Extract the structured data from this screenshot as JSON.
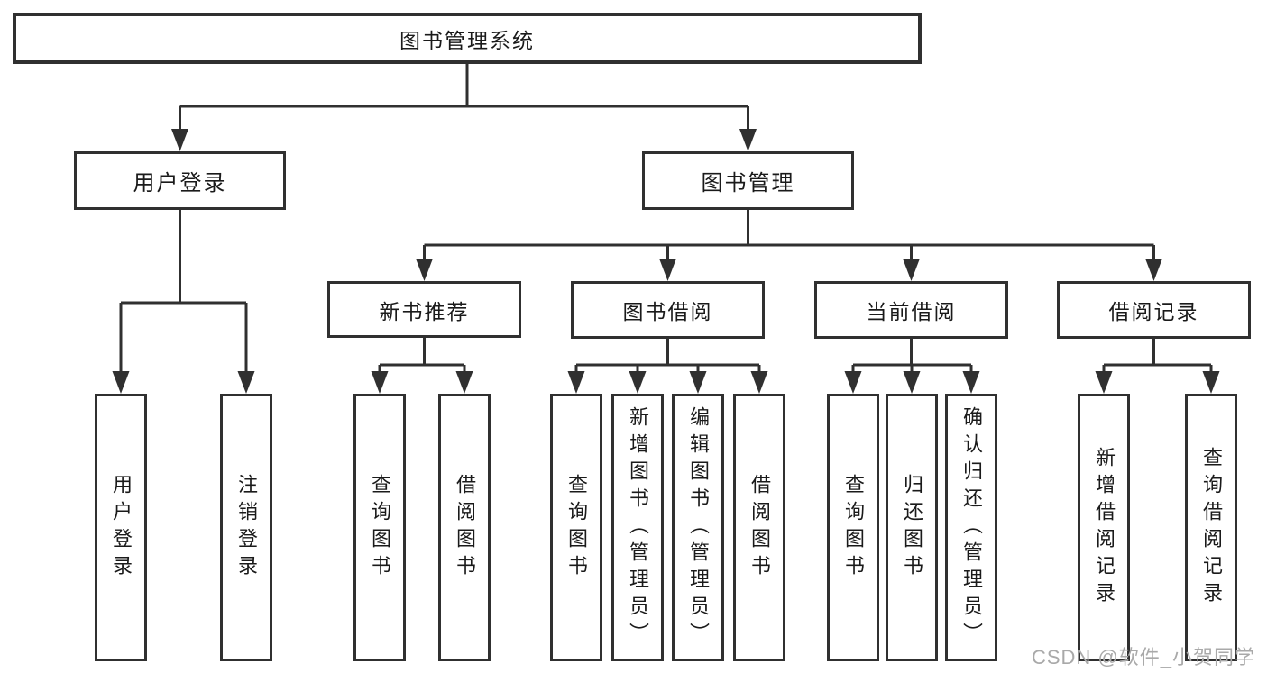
{
  "title": "图书管理系统",
  "nodes": {
    "root": {
      "label": "图书管理系统"
    },
    "user_login": {
      "label": "用户登录"
    },
    "book_management": {
      "label": "图书管理"
    },
    "new_book_recommend": {
      "label": "新书推荐"
    },
    "book_borrowing": {
      "label": "图书借阅"
    },
    "current_borrowing": {
      "label": "当前借阅"
    },
    "borrowing_records": {
      "label": "借阅记录"
    },
    "leaf_user_login": {
      "label": "用户登录"
    },
    "leaf_logout": {
      "label": "注销登录"
    },
    "leaf_query_books_recommend": {
      "label": "查询图书"
    },
    "leaf_borrow_books_recommend": {
      "label": "借阅图书"
    },
    "leaf_query_books_borrowing": {
      "label": "查询图书"
    },
    "leaf_add_books_admin": {
      "label": "新增图书（管理员）"
    },
    "leaf_edit_books_admin": {
      "label": "编辑图书（管理员）"
    },
    "leaf_borrow_books_borrowing": {
      "label": "借阅图书"
    },
    "leaf_query_books_current": {
      "label": "查询图书"
    },
    "leaf_return_books": {
      "label": "归还图书"
    },
    "leaf_confirm_return_admin": {
      "label": "确认归还（管理员）"
    },
    "leaf_add_borrow_record": {
      "label": "新增借阅记录"
    },
    "leaf_query_borrow_record": {
      "label": "查询借阅记录"
    }
  },
  "hierarchy": {
    "图书管理系统": [
      "用户登录",
      "图书管理"
    ],
    "用户登录": [
      "用户登录",
      "注销登录"
    ],
    "图书管理": [
      "新书推荐",
      "图书借阅",
      "当前借阅",
      "借阅记录"
    ],
    "新书推荐": [
      "查询图书",
      "借阅图书"
    ],
    "图书借阅": [
      "查询图书",
      "新增图书（管理员）",
      "编辑图书（管理员）",
      "借阅图书"
    ],
    "当前借阅": [
      "查询图书",
      "归还图书",
      "确认归还（管理员）"
    ],
    "借阅记录": [
      "新增借阅记录",
      "查询借阅记录"
    ]
  },
  "watermark": "CSDN @软件_小贺同学",
  "colors": {
    "line": "#303030",
    "box_border": "#303030",
    "box_fill": "#ffffff",
    "text": "#1a1a1a",
    "watermark": "#a9a9a9",
    "background": "#ffffff"
  }
}
